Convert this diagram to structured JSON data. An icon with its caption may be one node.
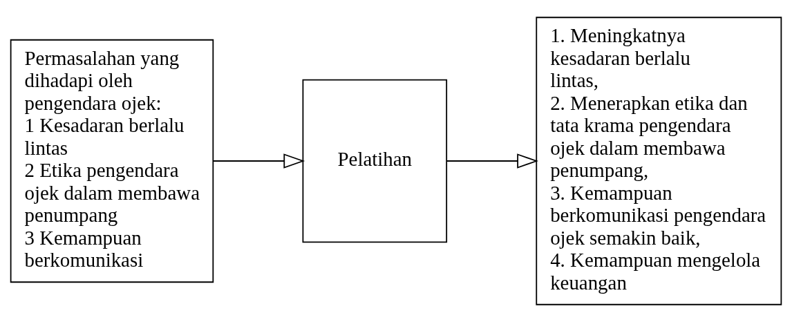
{
  "diagram": {
    "nodes": [
      {
        "text": [
          "Permasalahan yang dihadapi oleh pengendara ojek:",
          "1 Kesadaran berlalu lintas",
          "2 Etika pengendara ojek dalam membawa penumpang",
          "3 Kemampuan berkomunikasi"
        ]
      },
      {
        "text": [
          "Pelatihan"
        ]
      },
      {
        "text": [
          "1. Meningkatnya kesadaran berlalu lintas,",
          "2. Menerapkan etika dan tata krama pengendara ojek dalam membawa penumpang,",
          "3. Kemampuan berkomunikasi pengendara ojek semakin baik,",
          "4. Kemampuan mengelola keuangan"
        ]
      }
    ],
    "edges": [
      {
        "from": 0,
        "to": 1,
        "arrow": "to"
      },
      {
        "from": 1,
        "to": 2,
        "arrow": "to"
      }
    ]
  }
}
